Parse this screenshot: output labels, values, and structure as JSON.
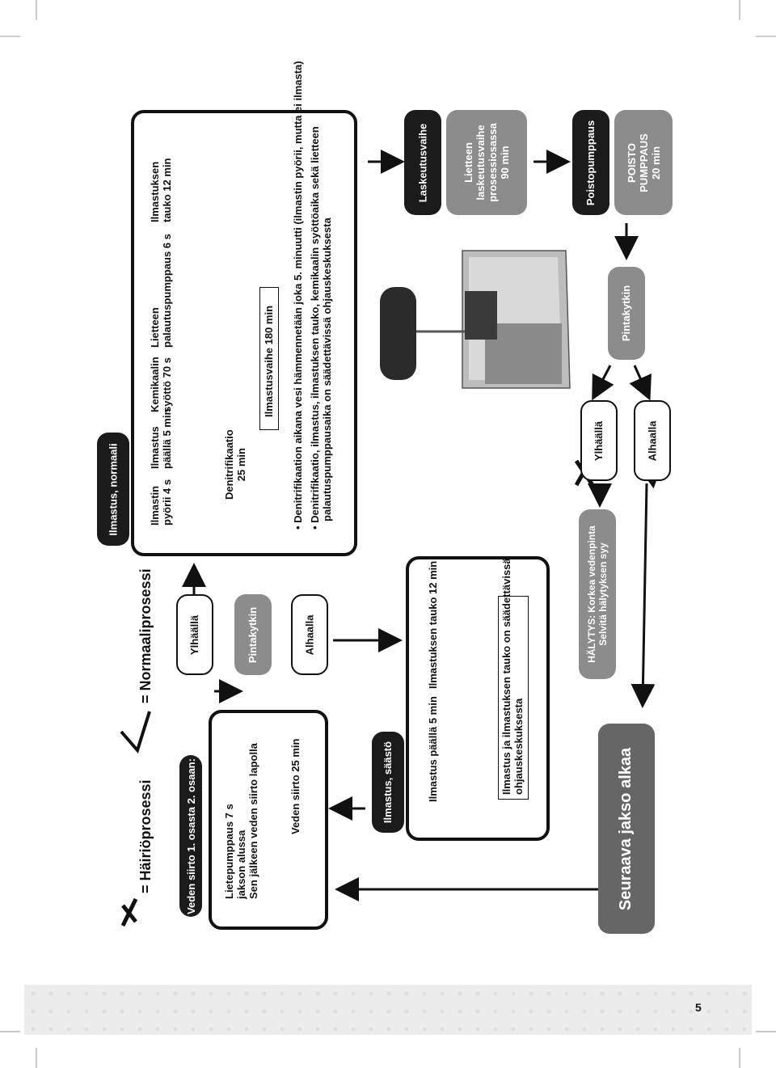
{
  "page_number": "5",
  "sections": {
    "veden_siirto": {
      "title": "Veden siirto 1. osasta 2. osaan:",
      "text_line1": "Lietepumppaus 7 s",
      "text_line2": "jakson alussa",
      "text_line3": "Sen jälkeen veden siirto lapolla",
      "duration": "Veden siirto 25 min"
    },
    "switch1": {
      "top": "Ylhäällä",
      "middle": "Pintakytkin",
      "bottom": "Alhaalla"
    },
    "ilmastus_saasto": {
      "title": "Ilmastus, säästö",
      "label_on": "Ilmastus päällä 5 min",
      "label_pause": "Ilmastuksen tauko 12 min",
      "note_line1": "Ilmastus ja ilmastuksen tauko on säädettävissä",
      "note_line2": "ohjauskeskuksesta"
    },
    "ilmastus_normaali": {
      "title": "Ilmastus, normaali",
      "col1_a": "Ilmastin",
      "col1_b": "pyörii 4 s",
      "col2_a": "Ilmastus",
      "col2_b": "päällä 5 min",
      "col3_a": "Kemikaalin",
      "col3_b": "syöttö 70 s",
      "col4_a": "Lietteen",
      "col4_b": "palautuspumppaus 6 s",
      "col5_a": "Ilmastuksen",
      "col5_b": "tauko 12 min",
      "denitr_a": "Denitrifikaatio",
      "denitr_b": "25 min",
      "phase": "Ilmastusvaihe 180 min",
      "bullet1": "Denitrifikaation aikana vesi hämmennetään joka 5. minuutti (ilmastin pyörii, mutta ei ilmasta)",
      "bullet2a": "Denitrifikaatio, ilmastus, ilmastuksen tauko, kemikaalin syöttöaika sekä lietteen",
      "bullet2b": "palautuspumppausaika on säädettävissä ohjauskeskuksesta"
    },
    "laskeutus": {
      "title": "Laskeutusvaihe",
      "text1": "Lietteen",
      "text2": "laskeutusvaihe",
      "text3": "prosessiosassa",
      "text4": "90 min"
    },
    "poisto": {
      "title": "Poistopumppaus",
      "text1": "POISTO",
      "text2": "PUMPPAUS",
      "text3": "20 min"
    },
    "switch2": {
      "label": "Pintakytkin",
      "up": "Ylhäällä",
      "down": "Alhaalla"
    },
    "alarm": {
      "line1": "HÄLYTYS: Korkea vedenpinta",
      "line2": "Selvitä hälytyksen syy"
    },
    "next": {
      "label": "Seuraava jakso alkaa"
    },
    "legend": {
      "fault": "= Häiriöprosessi",
      "normal": "= Normaaliprosessi"
    }
  }
}
